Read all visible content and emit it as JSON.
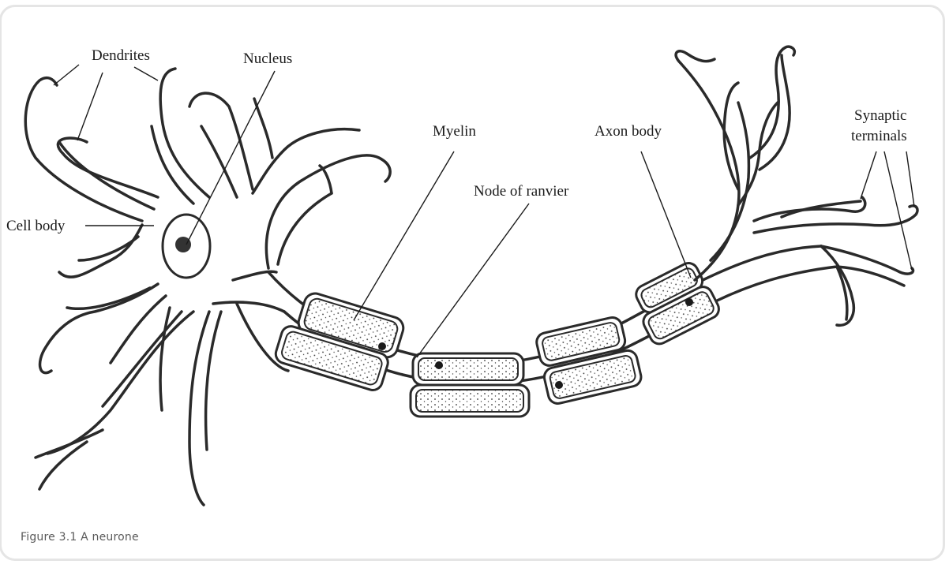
{
  "labels": {
    "dendrites": "Dendrites",
    "nucleus": "Nucleus",
    "cell_body": "Cell body",
    "myelin": "Myelin",
    "node_of_ranvier": "Node of ranvier",
    "axon_body": "Axon body",
    "synaptic_line1": "Synaptic",
    "synaptic_line2": "terminals"
  },
  "caption": "Figure 3.1  A neurone"
}
